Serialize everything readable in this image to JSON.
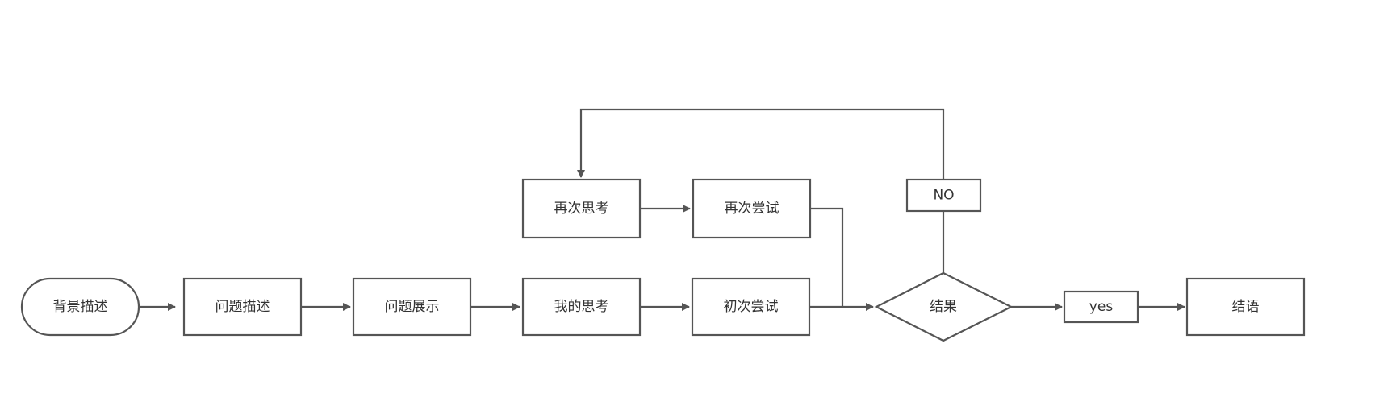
{
  "diagram": {
    "nodes": {
      "background": "背景描述",
      "problem_desc": "问题描述",
      "problem_show": "问题展示",
      "my_thinking": "我的思考",
      "first_try": "初次尝试",
      "result": "结果",
      "yes": "yes",
      "conclusion": "结语",
      "rethink": "再次思考",
      "retry": "再次尝试",
      "no": "NO"
    },
    "colors": {
      "stroke": "#555555",
      "text": "#333333",
      "background": "#ffffff"
    }
  }
}
